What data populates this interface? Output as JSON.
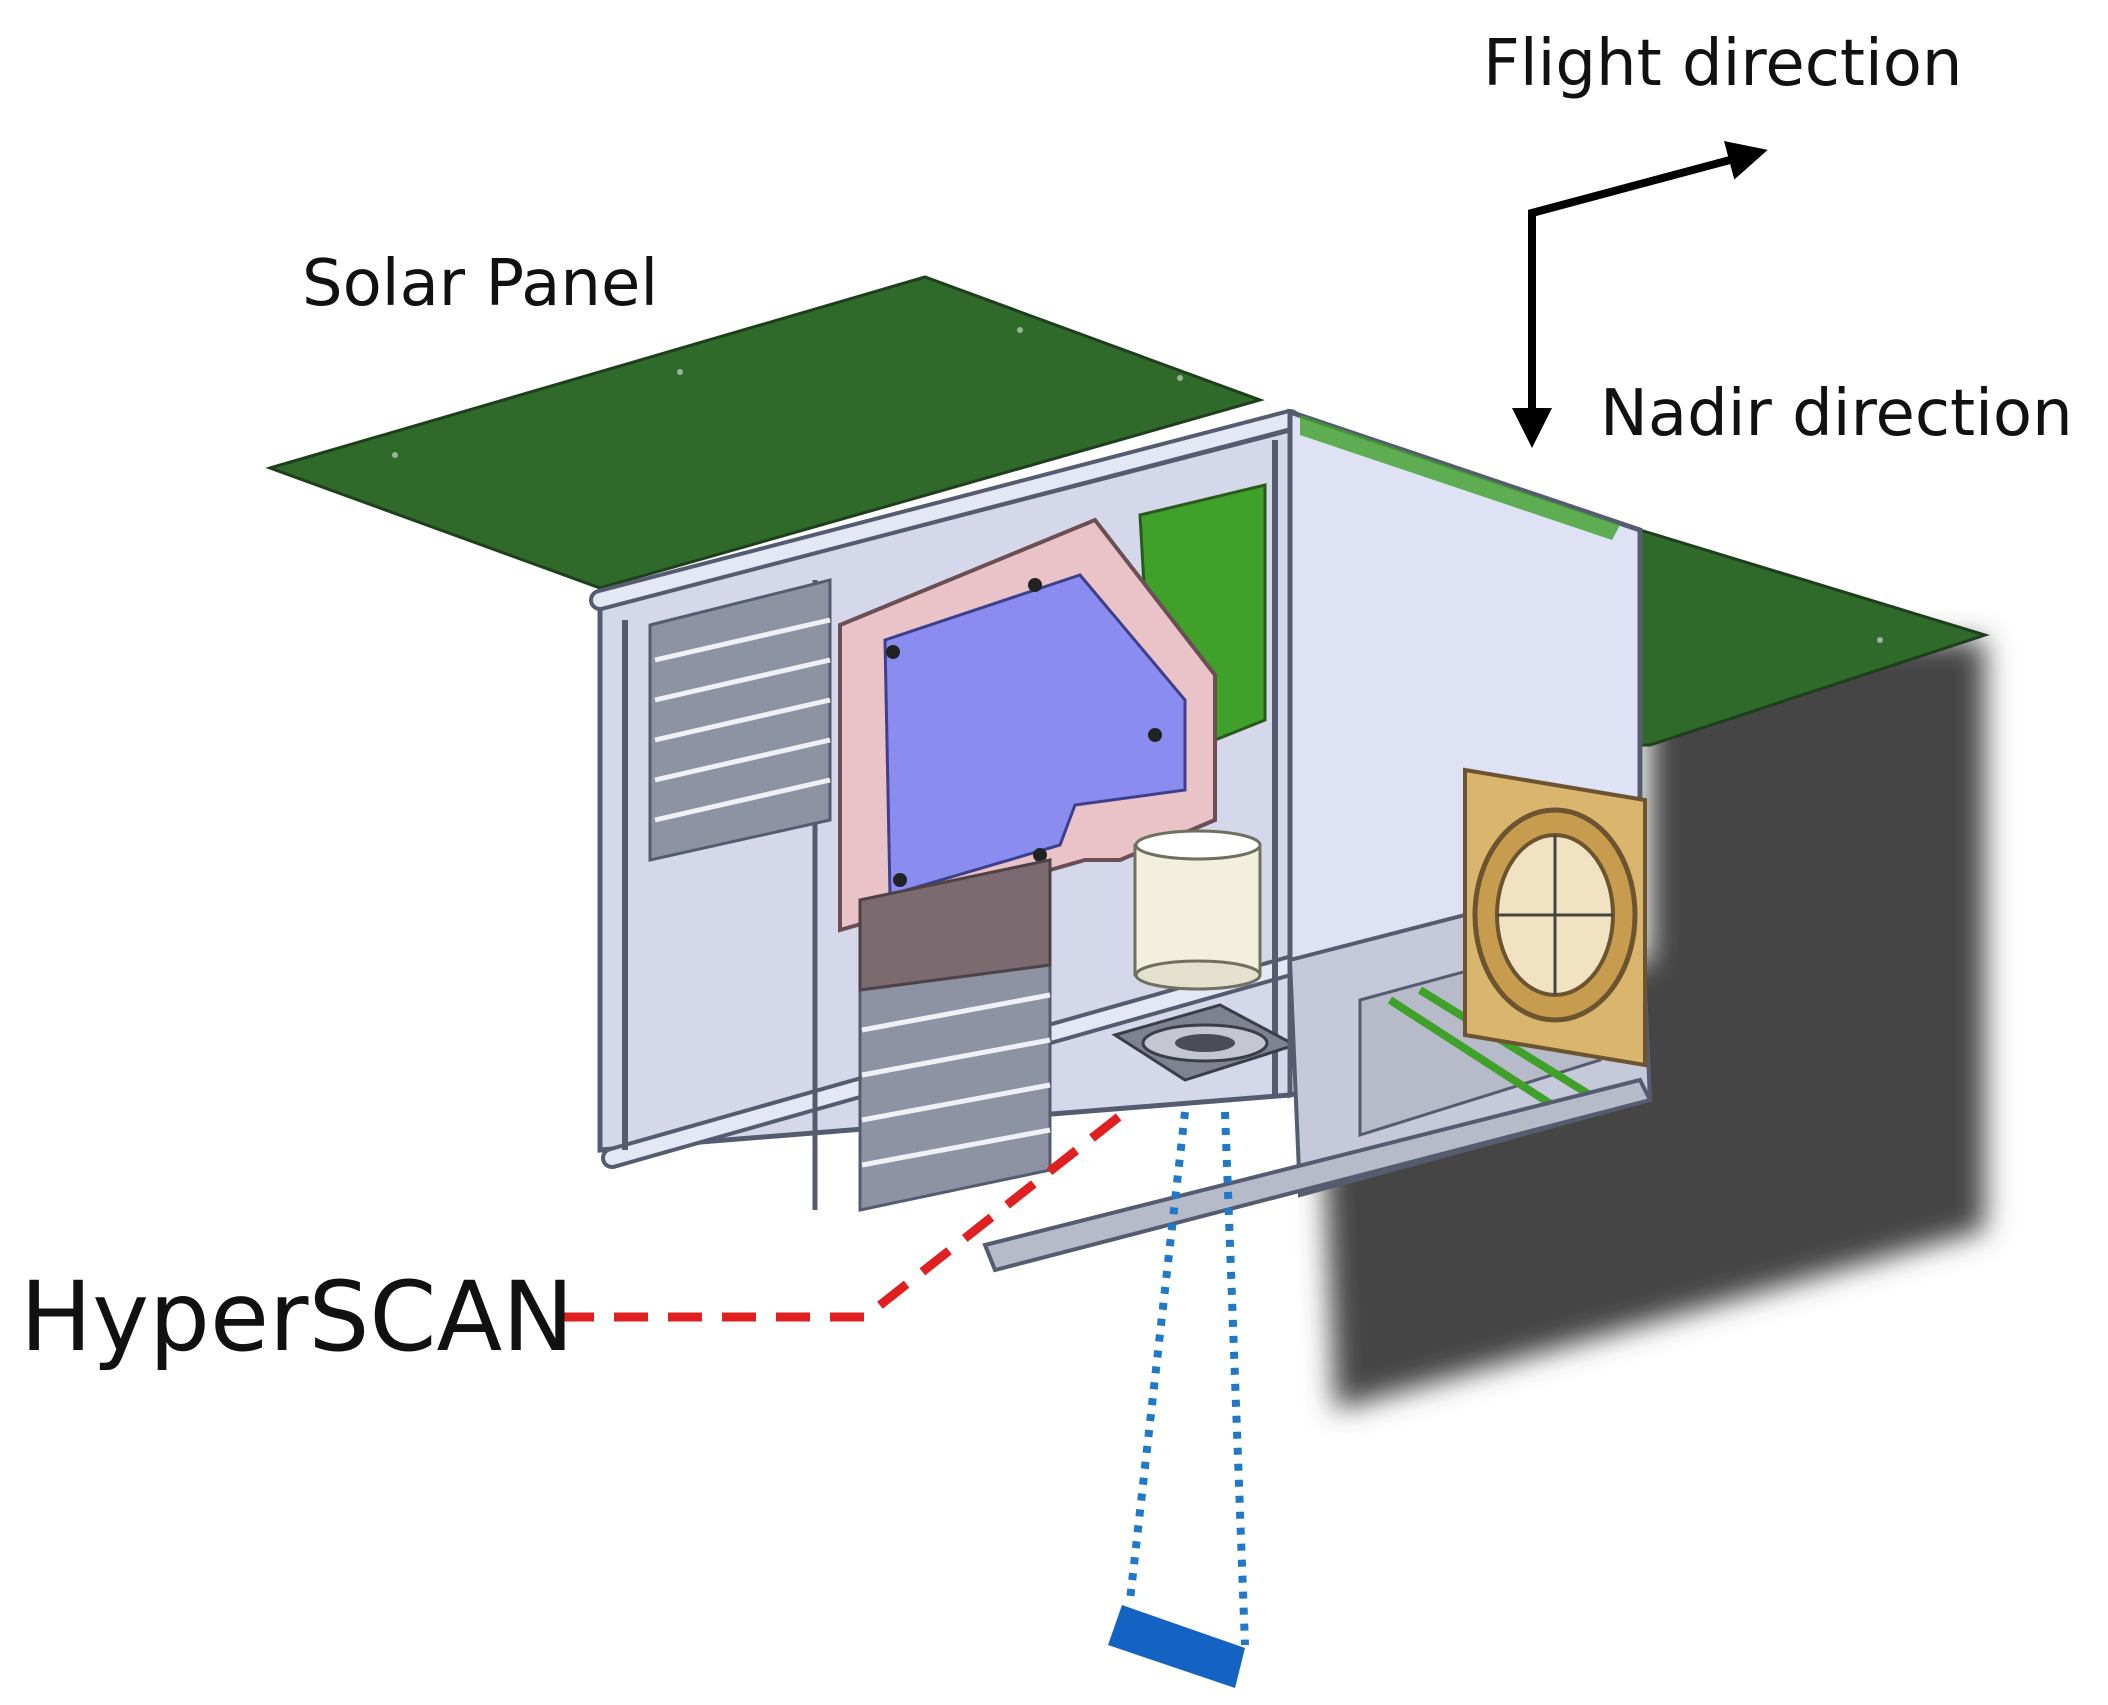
{
  "labels": {
    "flight_direction": "Flight direction",
    "nadir_direction": "Nadir direction",
    "solar_panel": "Solar Panel",
    "hyperscan": "HyperSCAN"
  },
  "colors": {
    "solar_panel": "#2f6a2a",
    "frame": "#d4d8ea",
    "frame_edge": "#565c70",
    "side_panel": "#dfe2f4",
    "optics_window": "#8a8cf0",
    "optics_bracket": "#e9c3c8",
    "camera_port": "#d9b56e",
    "shadow": "#454545",
    "hyperscan_leader": "#e02020",
    "field_of_view": "#1f78c8",
    "ground_footprint": "#1463c2",
    "arrow": "#000000"
  }
}
